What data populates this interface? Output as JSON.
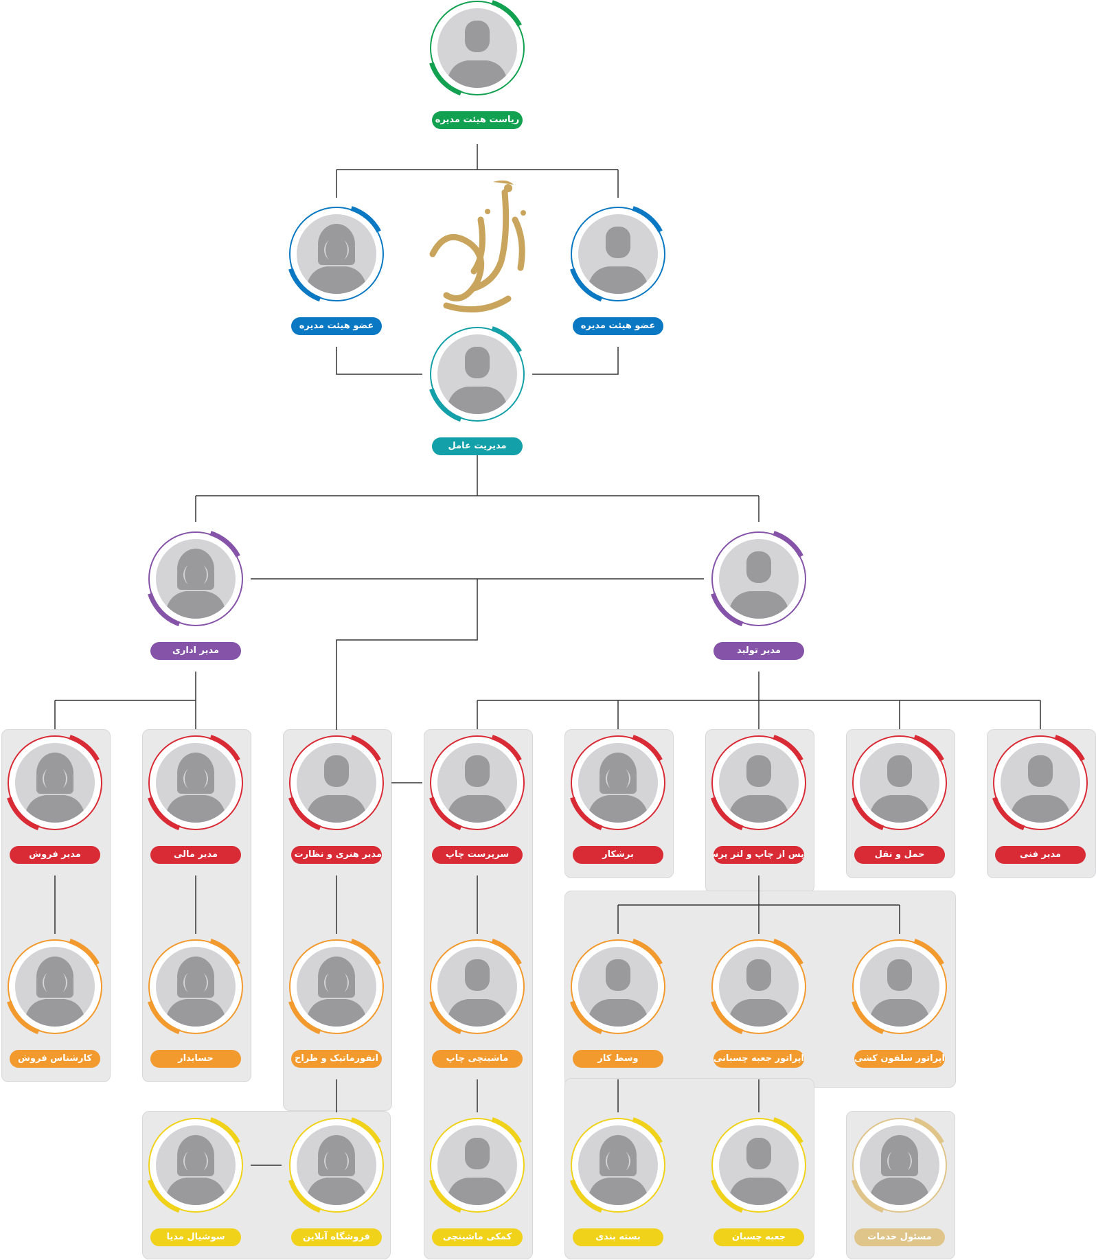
{
  "colors": {
    "green": "#12a150",
    "blue": "#0a78c2",
    "teal": "#13a0a8",
    "purple": "#8553a8",
    "red": "#d92b35",
    "orange": "#f29a2e",
    "yellow": "#f1d21a",
    "beige": "#e0c58a",
    "logo_gold": "#c9a45c",
    "avatar_bg": "#d4d4d6",
    "avatar_fg": "#9a9a9c",
    "line": "#333333"
  },
  "logo": {
    "icon": "calligraphy-logo"
  },
  "nodes": [
    {
      "id": "chairman",
      "label": "ریاست هیئت مدیره",
      "color": "green",
      "gender": "m"
    },
    {
      "id": "board_right",
      "label": "عضو هیئت مدیره",
      "color": "blue",
      "gender": "m"
    },
    {
      "id": "board_left",
      "label": "عضو هیئت مدیره",
      "color": "blue",
      "gender": "f"
    },
    {
      "id": "ceo",
      "label": "مدیریت عامل",
      "color": "teal",
      "gender": "m"
    },
    {
      "id": "production_manager",
      "label": "مدیر تولید",
      "color": "purple",
      "gender": "m"
    },
    {
      "id": "admin_manager",
      "label": "مدیر اداری",
      "color": "purple",
      "gender": "f"
    },
    {
      "id": "sales_manager",
      "label": "مدیر فروش",
      "color": "red",
      "gender": "f"
    },
    {
      "id": "finance_manager",
      "label": "مدیر مالی",
      "color": "red",
      "gender": "f"
    },
    {
      "id": "art_manager",
      "label": "مدیر هنری و نظارت چاپ",
      "color": "red",
      "gender": "m"
    },
    {
      "id": "print_supervisor",
      "label": "سرپرست چاپ",
      "color": "red",
      "gender": "m"
    },
    {
      "id": "cutter",
      "label": "برشکار",
      "color": "red",
      "gender": "f"
    },
    {
      "id": "postpress",
      "label": "پس از چاپ و لتر پرسچی",
      "color": "red",
      "gender": "m"
    },
    {
      "id": "transport",
      "label": "حمل و نقل",
      "color": "red",
      "gender": "m"
    },
    {
      "id": "technical_manager",
      "label": "مدیر فنی",
      "color": "red",
      "gender": "m"
    },
    {
      "id": "sales_expert",
      "label": "کارشناس فروش",
      "color": "orange",
      "gender": "f"
    },
    {
      "id": "accountant",
      "label": "حسابدار",
      "color": "orange",
      "gender": "f"
    },
    {
      "id": "designer",
      "label": "انفورماتیک و طراح",
      "color": "orange",
      "gender": "f"
    },
    {
      "id": "print_operator",
      "label": "ماشینچی چاپ",
      "color": "orange",
      "gender": "m"
    },
    {
      "id": "middle_work",
      "label": "وسط کار",
      "color": "orange",
      "gender": "m"
    },
    {
      "id": "box_gluer_op",
      "label": "اپراتور جعبه چسبانی",
      "color": "orange",
      "gender": "m"
    },
    {
      "id": "cellophane_op",
      "label": "اپراتور سلفون کشی",
      "color": "orange",
      "gender": "m"
    },
    {
      "id": "social_media",
      "label": "سوشیال مدیا",
      "color": "yellow",
      "gender": "f"
    },
    {
      "id": "online_shop",
      "label": "فروشگاه آنلاین",
      "color": "yellow",
      "gender": "f"
    },
    {
      "id": "assistant_operator",
      "label": "کمکی ماشینچی",
      "color": "yellow",
      "gender": "m"
    },
    {
      "id": "packaging",
      "label": "بسته بندی",
      "color": "yellow",
      "gender": "f"
    },
    {
      "id": "box_gluer",
      "label": "جعبه چسبان",
      "color": "yellow",
      "gender": "m"
    },
    {
      "id": "services",
      "label": "مسئول خدمات",
      "color": "beige",
      "gender": "f"
    }
  ]
}
